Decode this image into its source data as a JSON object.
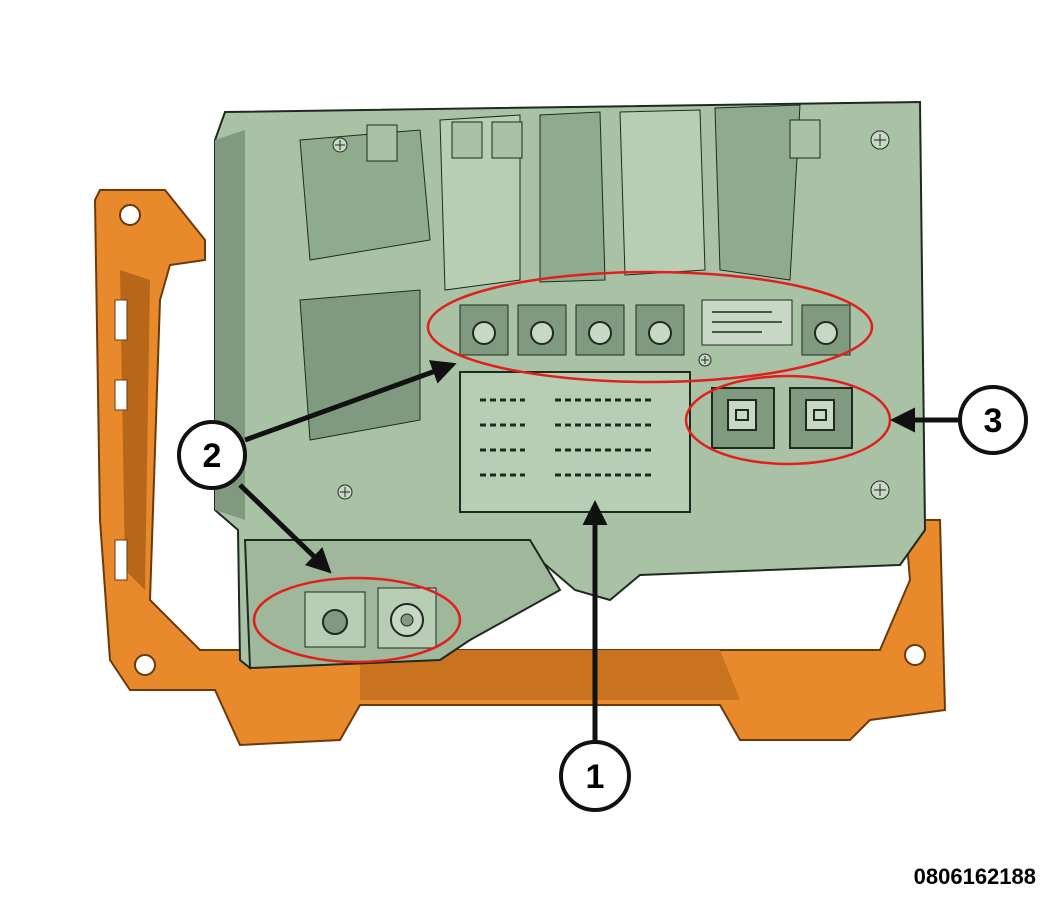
{
  "callouts": {
    "c1": "1",
    "c2": "2",
    "c3": "3"
  },
  "figure_id": "0806162188",
  "colors": {
    "bracket": "#e88a2c",
    "bracket_dark": "#b8661a",
    "housing": "#a9c2a6",
    "housing_dark": "#7f9a7e",
    "highlight_ring": "#e0201c"
  }
}
